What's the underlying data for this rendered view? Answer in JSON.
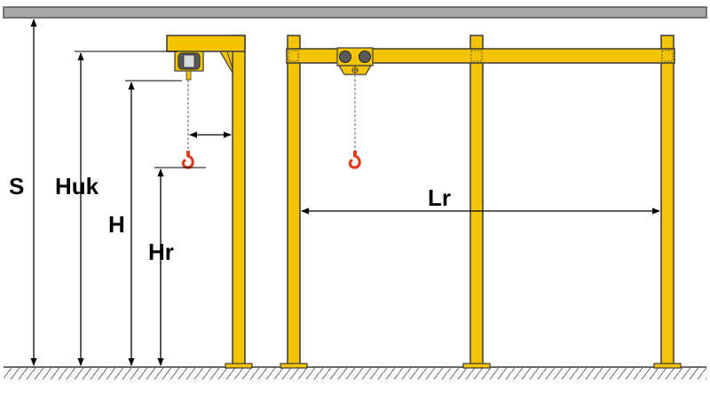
{
  "labels": {
    "s": "S",
    "huk": "Huk",
    "h": "H",
    "hr": "Hr",
    "lr": "Lr"
  },
  "colors": {
    "steel": "#F5C400",
    "steel_outline": "#3a3a3a",
    "hook": "#E03A1E",
    "ceiling": "#a8a8a8",
    "ground": "#6a6a6a",
    "line": "#000000"
  },
  "icons": {
    "hook": "crane-hook-icon",
    "trolley": "trolley-icon",
    "hoist": "hoist-icon"
  }
}
